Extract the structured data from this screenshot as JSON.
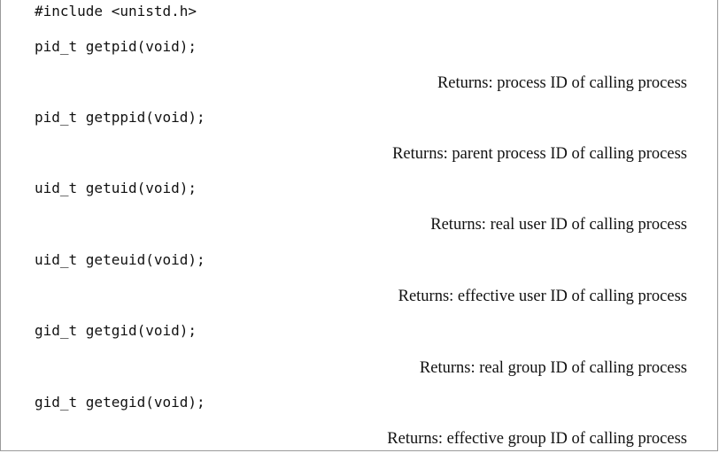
{
  "include_line": "#include <unistd.h>",
  "functions": [
    {
      "prototype": "pid_t getpid(void);",
      "returns": "Returns: process ID of calling process"
    },
    {
      "prototype": "pid_t getppid(void);",
      "returns": "Returns: parent process ID of calling process"
    },
    {
      "prototype": "uid_t getuid(void);",
      "returns": "Returns: real user ID of calling process"
    },
    {
      "prototype": "uid_t geteuid(void);",
      "returns": "Returns: effective user ID of calling process"
    },
    {
      "prototype": "gid_t getgid(void);",
      "returns": "Returns: real group ID of calling process"
    },
    {
      "prototype": "gid_t getegid(void);",
      "returns": "Returns: effective group ID of calling process"
    }
  ]
}
